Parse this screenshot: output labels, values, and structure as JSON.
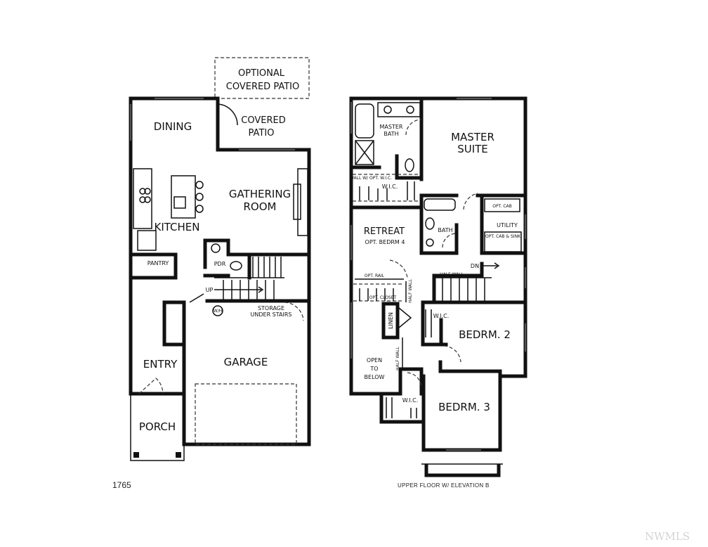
{
  "main_floor": {
    "rooms": {
      "optional_covered_patio_1": "OPTIONAL",
      "optional_covered_patio_2": "COVERED PATIO",
      "dining": "DINING",
      "covered_patio_1": "COVERED",
      "covered_patio_2": "PATIO",
      "gathering_room_1": "GATHERING",
      "gathering_room_2": "ROOM",
      "kitchen": "KITCHEN",
      "pantry": "PANTRY",
      "pdr": "PDR",
      "up": "UP",
      "wh": "W/H",
      "storage_1": "STORAGE",
      "storage_2": "UNDER STAIRS",
      "entry": "ENTRY",
      "garage": "GARAGE",
      "porch": "PORCH"
    },
    "plan_code": "1765"
  },
  "upper_floor": {
    "rooms": {
      "master_bath_1": "MASTER",
      "master_bath_2": "BATH",
      "master_suite_1": "MASTER",
      "master_suite_2": "SUITE",
      "wall_opt": "WALL W/ OPT. W.I.C.",
      "wic_master": "W.I.C.",
      "bath": "BATH",
      "opt_cab": "OPT. CAB",
      "utility": "UTILITY",
      "opt_cab_sink": "OPT. CAB & SINK",
      "retreat": "RETREAT",
      "opt_bedrm4": "OPT. BEDRM 4",
      "opt_rail": "OPT. RAIL",
      "opt_closet": "OPT. CLOSET",
      "half_wall_1": "HALF WALL",
      "half_wall_2": "HALF WALL",
      "half_wall_3": "HALF WALL",
      "dn": "DN",
      "linen": "LINEN",
      "wic_2": "W.I.C.",
      "bedrm2": "BEDRM. 2",
      "open_1": "OPEN",
      "open_2": "TO",
      "open_3": "BELOW",
      "wic_3": "W.I.C.",
      "bedrm3": "BEDRM. 3"
    },
    "caption": "UPPER FLOOR W/ ELEVATION B"
  },
  "watermark": "NWMLS"
}
